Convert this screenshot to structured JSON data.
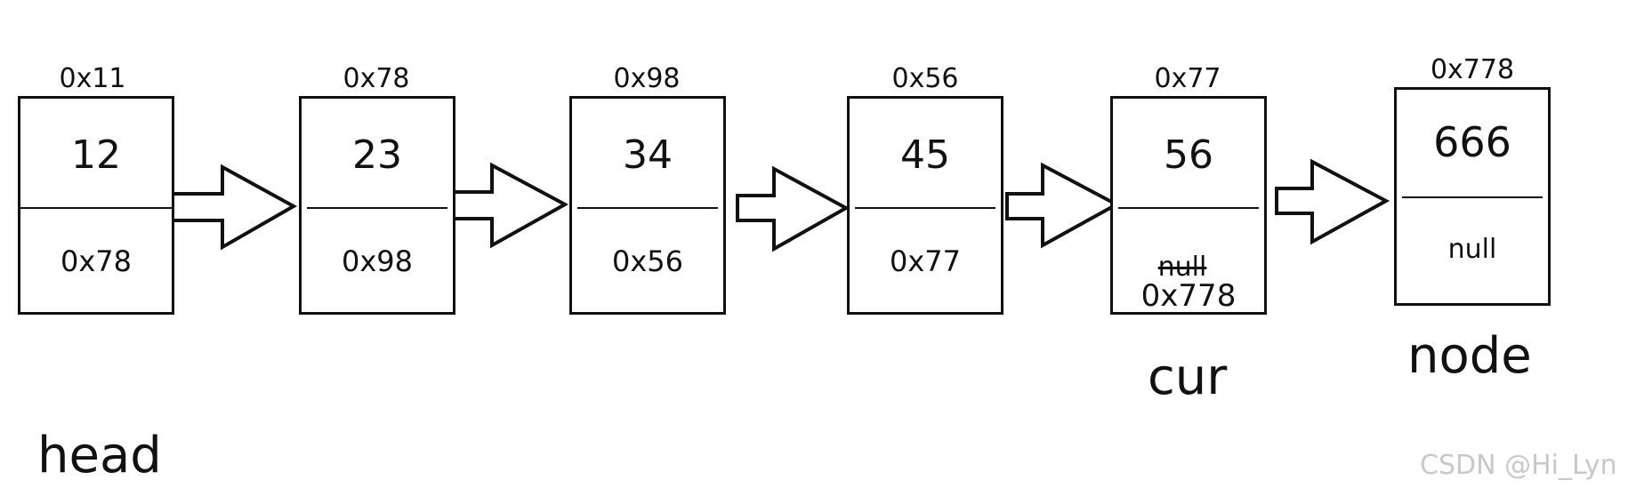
{
  "nodes": [
    {
      "address": "0x11",
      "value": "12",
      "next": "0x78"
    },
    {
      "address": "0x78",
      "value": "23",
      "next": "0x98"
    },
    {
      "address": "0x98",
      "value": "34",
      "next": "0x56"
    },
    {
      "address": "0x56",
      "value": "45",
      "next": "0x77"
    },
    {
      "address": "0x77",
      "value": "56",
      "next_old": "null",
      "next": "0x778"
    },
    {
      "address": "0x778",
      "value": "666",
      "next": "null"
    }
  ],
  "labels": {
    "head": "head",
    "cur": "cur",
    "node": "node"
  },
  "watermark": "CSDN @Hi_Lyn"
}
